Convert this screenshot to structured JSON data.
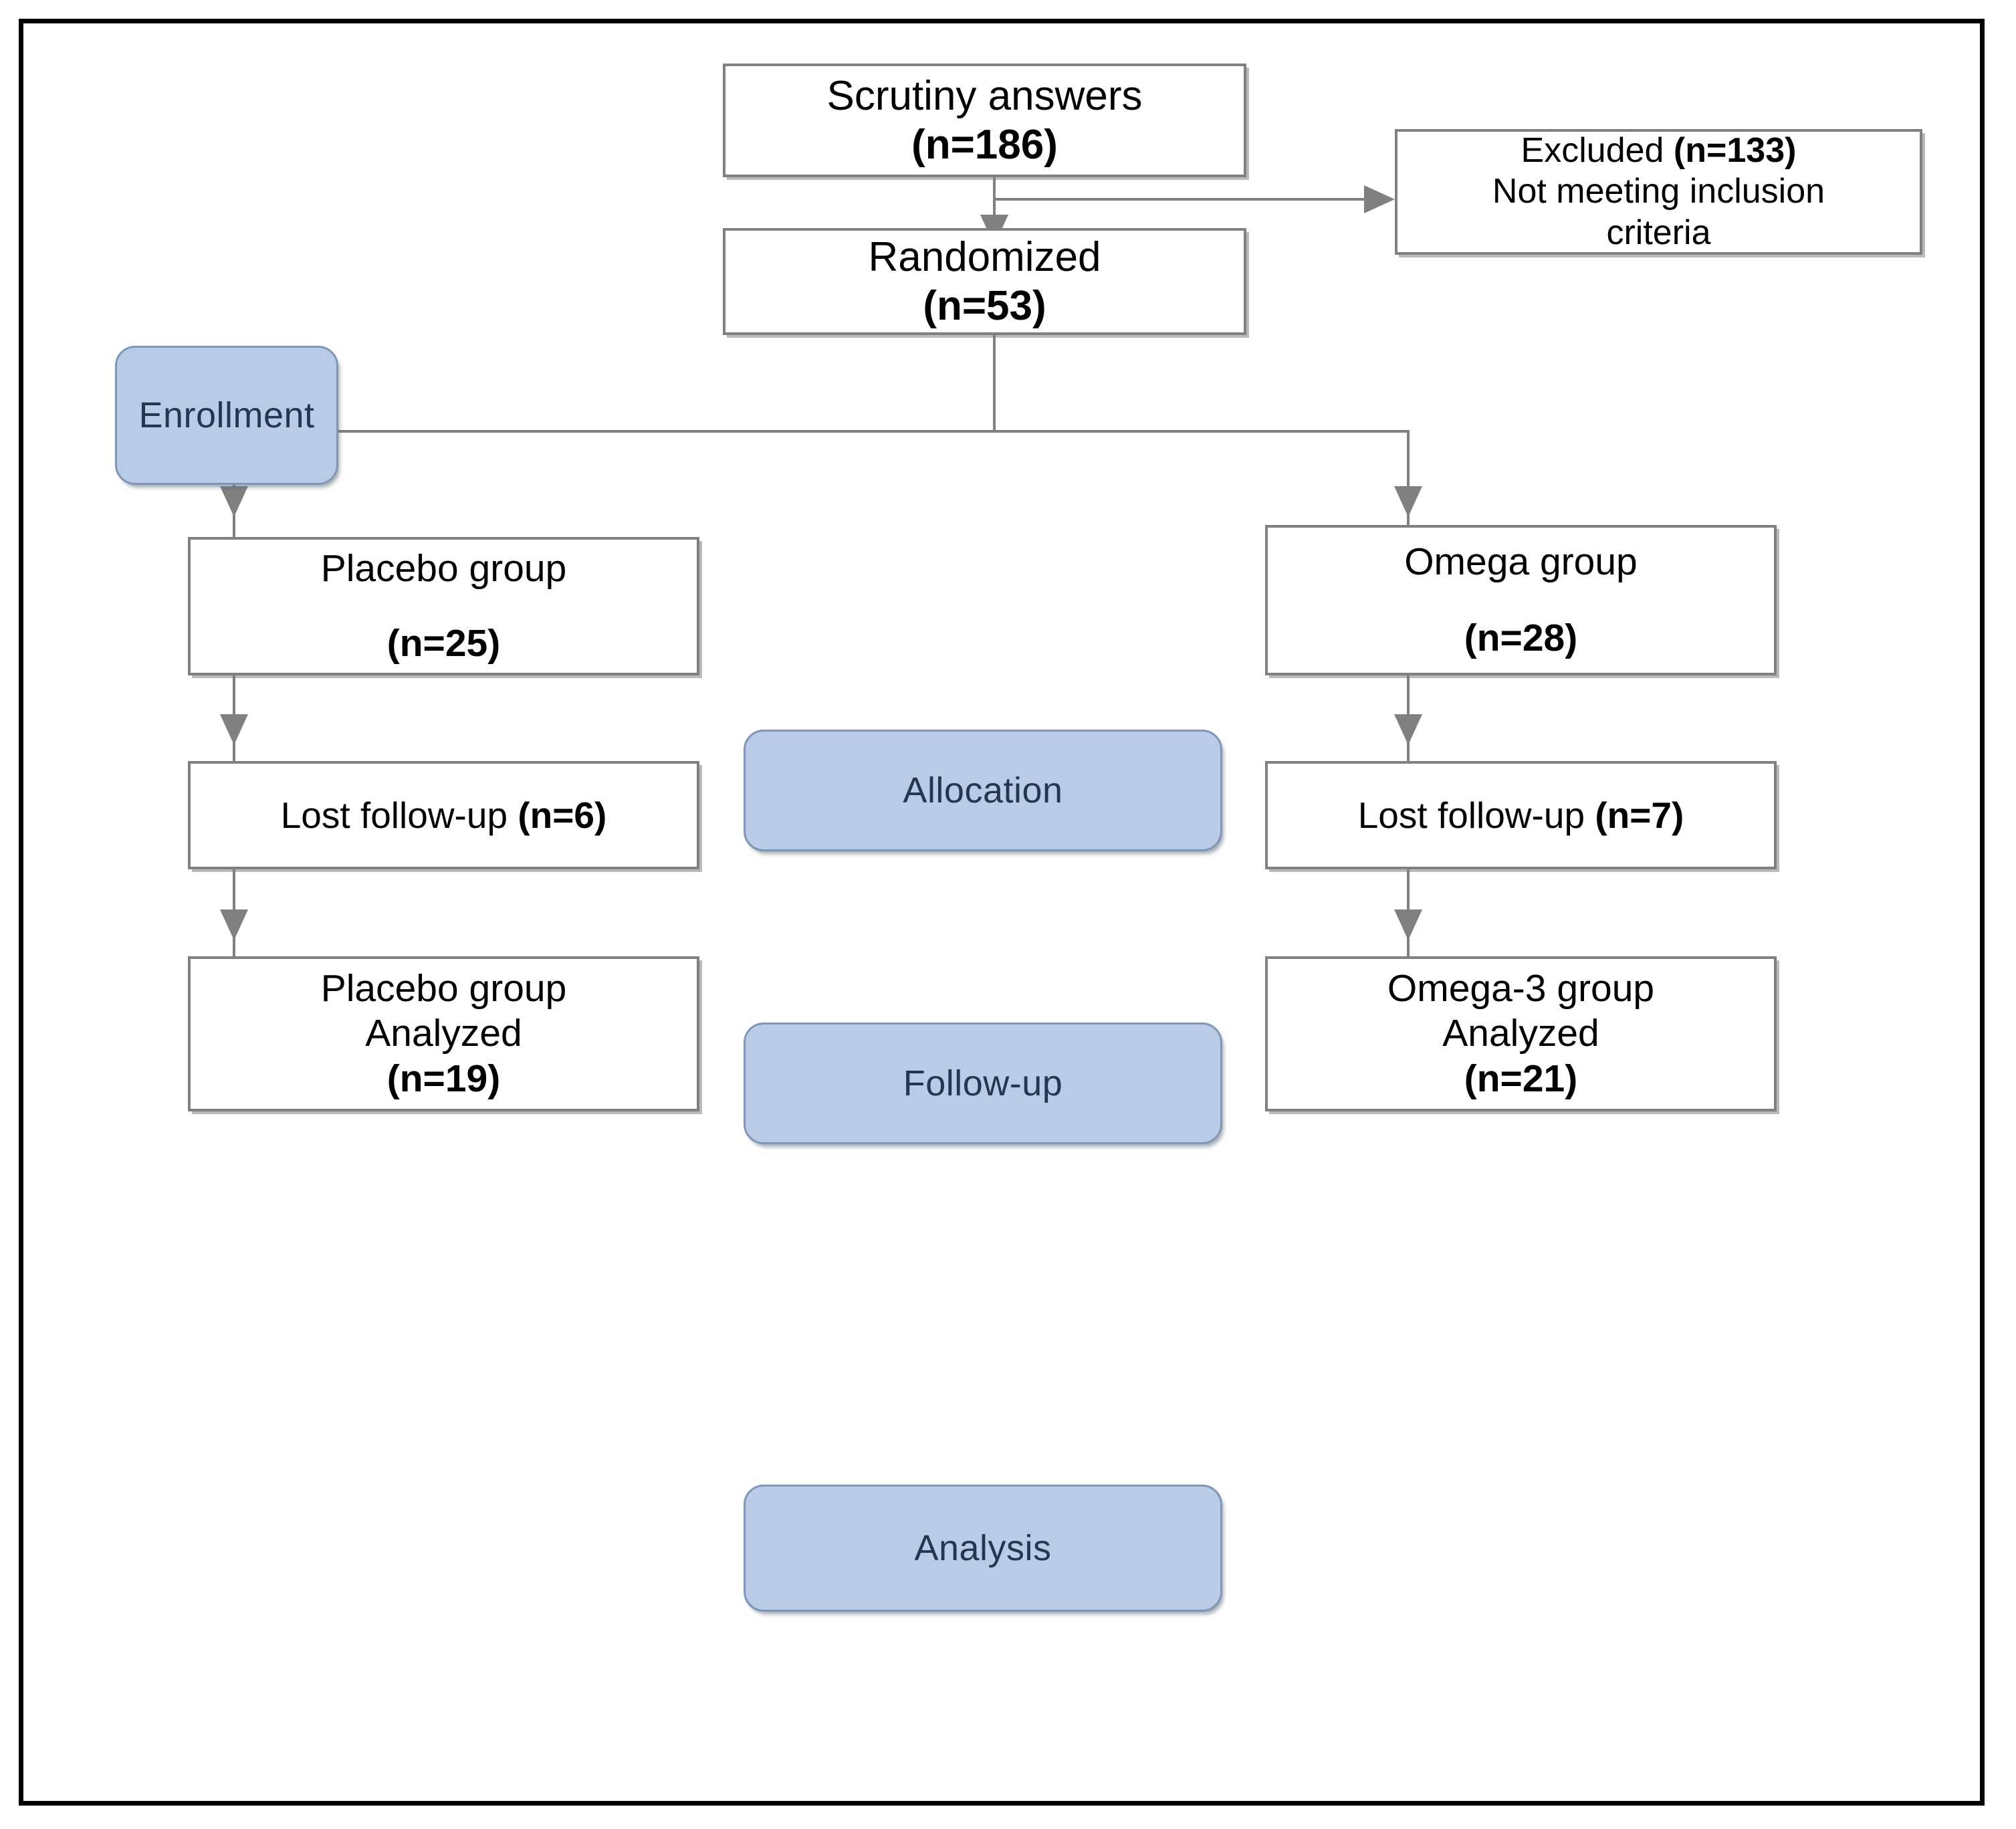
{
  "diagram": {
    "type": "consort-flow-diagram",
    "title": "CONSORT participant flow diagram",
    "accent_color": "#b9cbe6",
    "accent_border_color": "#7f96b5",
    "accent_text_color": "#23384f",
    "box_border_color": "#808080",
    "connector_color": "#808080",
    "frame_color": "#000000",
    "background_color": "#ffffff"
  },
  "stages": [
    {
      "id": "enrollment",
      "label": "Enrollment"
    },
    {
      "id": "allocation",
      "label": "Allocation"
    },
    {
      "id": "followup",
      "label": "Follow-up"
    },
    {
      "id": "analysis",
      "label": "Analysis"
    }
  ],
  "nodes": {
    "screened": {
      "line1": "Scrutiny answers",
      "line2": "(n=186)",
      "n": 186
    },
    "excluded": {
      "line1_normal": "Excluded ",
      "line1_bold": "(n=133)",
      "line2": "Not meeting inclusion",
      "line3": "criteria",
      "n": 133
    },
    "randomized": {
      "line1": "Randomized",
      "line2": "(n=53)",
      "n": 53
    },
    "placebo_alloc": {
      "line1": "Placebo group",
      "line2": "(n=25)",
      "n": 25
    },
    "omega_alloc": {
      "line1": "Omega group",
      "line2": "(n=28)",
      "n": 28
    },
    "placebo_lost": {
      "line1_normal": "Lost follow-up ",
      "line1_bold": "(n=6)",
      "n": 6
    },
    "omega_lost": {
      "line1_normal": "Lost follow-up ",
      "line1_bold": "(n=7)",
      "n": 7
    },
    "placebo_analyzed": {
      "line1": "Placebo group",
      "line2": "Analyzed",
      "line3": "(n=19)",
      "n": 19
    },
    "omega_analyzed": {
      "line1": "Omega-3 group",
      "line2": "Analyzed",
      "line3": "(n=21)",
      "n": 21
    }
  }
}
